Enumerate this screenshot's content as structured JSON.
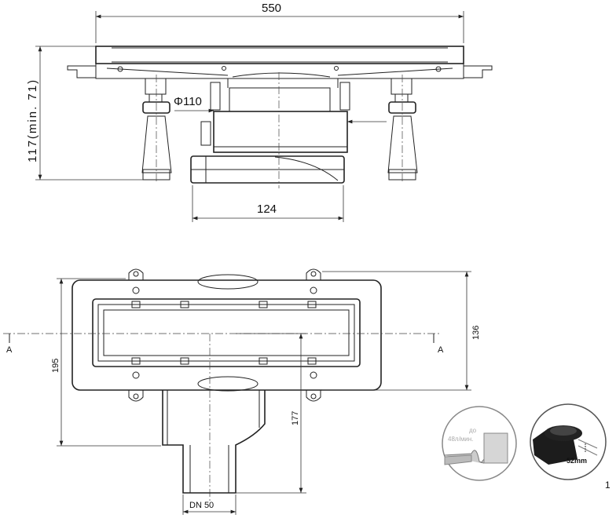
{
  "top_view": {
    "dim_width": "550",
    "dim_height": "117(min. 71)",
    "dim_pipe": "Φ110",
    "dim_outlet": "124"
  },
  "plan_view": {
    "dim_total_height": "195",
    "dim_frame_height": "136",
    "dim_outlet_depth": "177",
    "section_left": "A",
    "section_right": "A",
    "outlet_label": "DN 50"
  },
  "details": {
    "flow_label_line1": "до",
    "flow_label_line2": "48л/мин.",
    "seal_height": "52mm",
    "page_marker": "1"
  }
}
